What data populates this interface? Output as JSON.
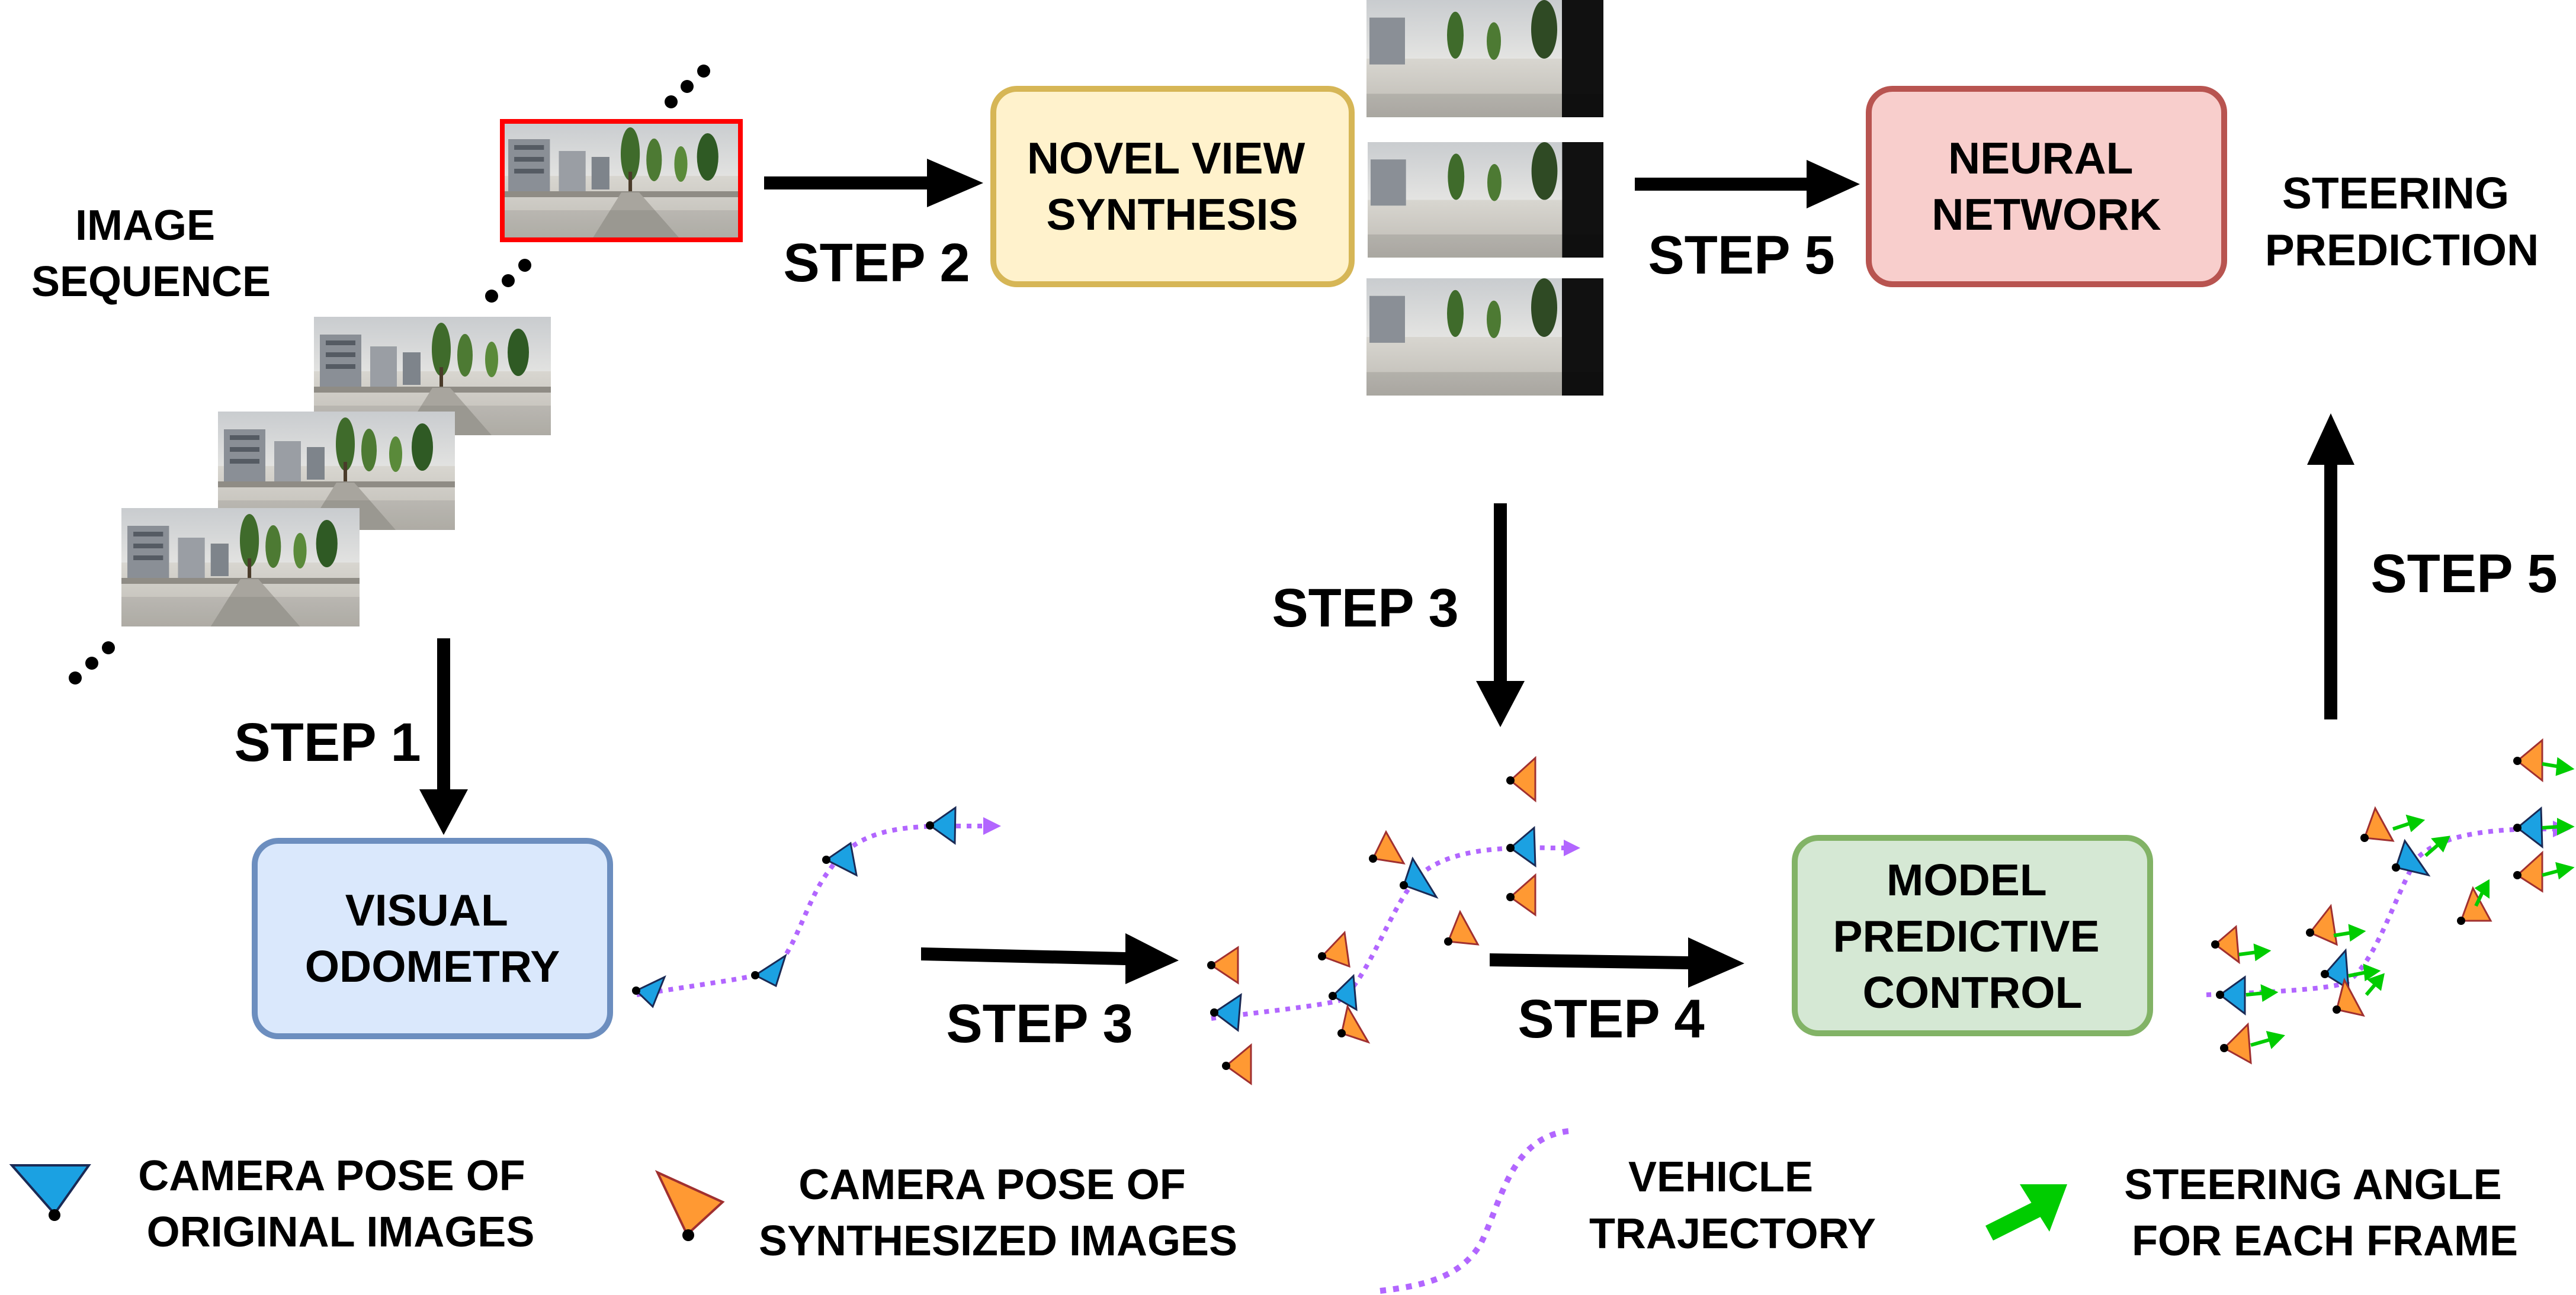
{
  "image_sequence_label": [
    "IMAGE",
    "SEQUENCE"
  ],
  "steps": {
    "step1": "STEP 1",
    "step2": "STEP 2",
    "step3_top": "STEP 3",
    "step3_bottom": "STEP 3",
    "step4": "STEP 4",
    "step5_top": "STEP 5",
    "step5_right": "STEP 5"
  },
  "boxes": {
    "novel_view": {
      "lines": [
        "NOVEL VIEW",
        "SYNTHESIS"
      ],
      "fill": "#fff2cc",
      "stroke": "#d6b656"
    },
    "neural_network": {
      "lines": [
        "NEURAL",
        "NETWORK"
      ],
      "fill": "#f8cecc",
      "stroke": "#b85450"
    },
    "visual_odometry": {
      "lines": [
        "VISUAL",
        "ODOMETRY"
      ],
      "fill": "#dae8fc",
      "stroke": "#6c8ebf"
    },
    "mpc": {
      "lines": [
        "MODEL",
        "PREDICTIVE",
        "CONTROL"
      ],
      "fill": "#d5e8d4",
      "stroke": "#82b366"
    }
  },
  "steering_prediction_label": [
    "STEERING",
    "PREDICTION"
  ],
  "legend": {
    "original": [
      "CAMERA POSE OF",
      "ORIGINAL IMAGES"
    ],
    "synthesized": [
      "CAMERA POSE OF",
      "SYNTHESIZED IMAGES"
    ],
    "trajectory": [
      "VEHICLE",
      "TRAJECTORY"
    ],
    "steering": [
      "STEERING ANGLE",
      "FOR EACH FRAME"
    ]
  },
  "colors": {
    "original_pose": "#1ba1e2",
    "synthesized_pose": "#ff9933",
    "trajectory": "#b266ff",
    "steering_arrow": "#00cc00",
    "selected_frame": "#ff0000",
    "arrow": "#000000"
  }
}
